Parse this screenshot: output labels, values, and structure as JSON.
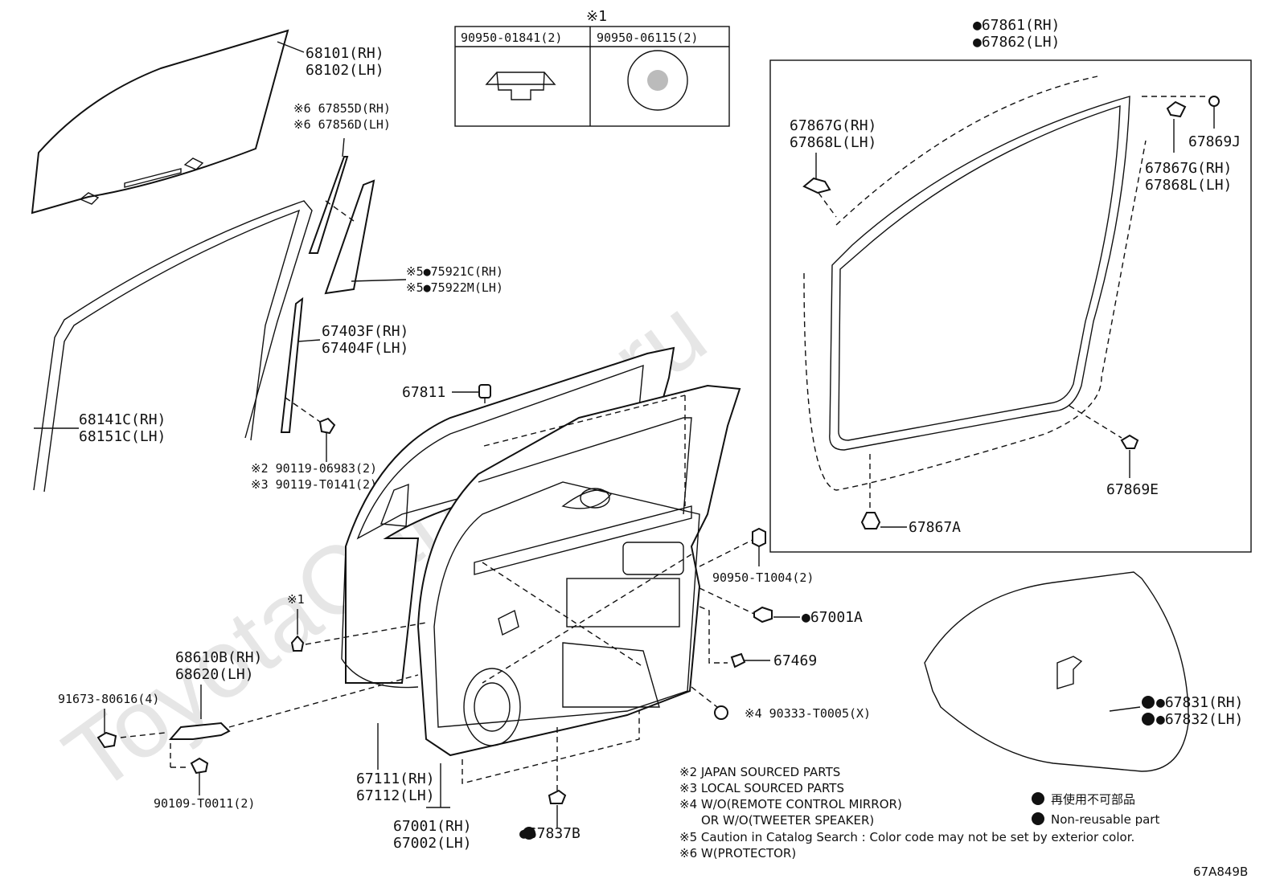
{
  "diagram_code": "67A849B",
  "watermark": "ToyotaCarMine.ru",
  "inset_box": {
    "marker": "※1",
    "col1": "90950-01841(2)",
    "col2": "90950-06115(2)"
  },
  "parts": {
    "p68101": "68101(RH)",
    "p68102": "68102(LH)",
    "p67855": "※6 67855D(RH)",
    "p67856": "※6 67856D(LH)",
    "p75921": "※5●75921C(RH)",
    "p75922": "※5●75922M(LH)",
    "p67403": "67403F(RH)",
    "p67404": "67404F(LH)",
    "p68141": "68141C(RH)",
    "p68151": "68151C(LH)",
    "p90119a": "※2 90119-06983(2)",
    "p90119b": "※3 90119-T0141(2)",
    "p67811": "67811",
    "p67861": "●67861(RH)",
    "p67862": "●67862(LH)",
    "p67867g1": "67867G(RH)",
    "p67868l1": "67868L(LH)",
    "p67869j": "67869J",
    "p67867g2": "67867G(RH)",
    "p67868l2": "67868L(LH)",
    "p67869e": "67869E",
    "p67867a": "67867A",
    "p90950t": "90950-T1004(2)",
    "p67001a": "●67001A",
    "p67469": "67469",
    "p90333": "※4 90333-T0005(X)",
    "p67831": "●67831(RH)",
    "p67832": "●67832(LH)",
    "mark1": "※1",
    "p68610": "68610B(RH)",
    "p68620": "68620(LH)",
    "p91673": "91673-80616(4)",
    "p90109": "90109-T0011(2)",
    "p67111": "67111(RH)",
    "p67112": "67112(LH)",
    "p67001": "67001(RH)",
    "p67002": "67002(LH)",
    "p67837": "●67837B"
  },
  "notes": [
    "※2 JAPAN SOURCED PARTS",
    "※3 LOCAL SOURCED PARTS",
    "※4 W/O(REMOTE CONTROL MIRROR)",
    "OR W/O(TWEETER SPEAKER)",
    "※5 Caution in Catalog Search : Color code may not be set by exterior color.",
    "※6 W(PROTECTOR)"
  ],
  "legend": {
    "jp": "再使用不可部品",
    "en": "Non-reusable part"
  }
}
